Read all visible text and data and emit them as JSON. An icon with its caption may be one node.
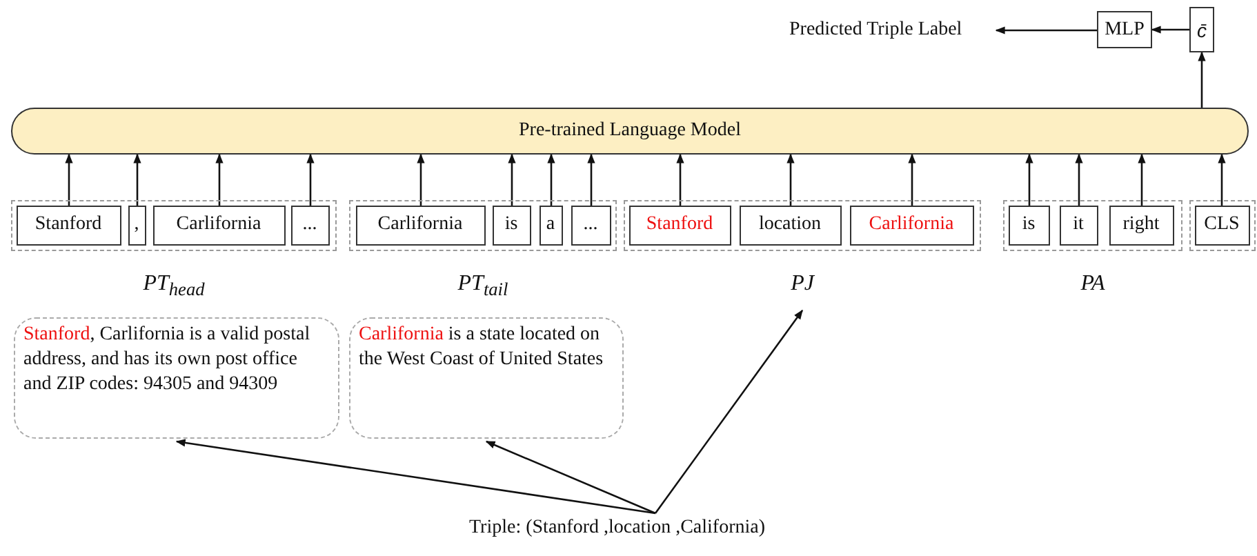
{
  "diagram": {
    "nodes": [
      {
        "text": [
          "Predicted Triple Label"
        ]
      },
      {
        "text": [
          "MLP"
        ]
      },
      {
        "text": [
          "c̄"
        ]
      },
      {
        "text": [
          "Pre-trained Language Model"
        ]
      },
      {
        "text": [
          "PT$_{head}$"
        ]
      },
      {
        "text": [
          "Stanford"
        ],
        "in": 4
      },
      {
        "text": [
          ","
        ],
        "in": 4
      },
      {
        "text": [
          "Carlifornia"
        ],
        "in": 4
      },
      {
        "text": [
          "..."
        ],
        "in": 4
      },
      {
        "text": [
          "PT$_{tail}$"
        ]
      },
      {
        "text": [
          "Carlifornia"
        ],
        "in": 9
      },
      {
        "text": [
          "is"
        ],
        "in": 9
      },
      {
        "text": [
          "a"
        ],
        "in": 9
      },
      {
        "text": [
          "..."
        ],
        "in": 9
      },
      {
        "text": [
          "PJ"
        ]
      },
      {
        "text": [
          "Stanford"
        ],
        "in": 14
      },
      {
        "text": [
          "location"
        ],
        "in": 14
      },
      {
        "text": [
          "Carlifornia"
        ],
        "in": 14
      },
      {
        "text": [
          "PA"
        ]
      },
      {
        "text": [
          "is"
        ],
        "in": 18
      },
      {
        "text": [
          "it"
        ],
        "in": 18
      },
      {
        "text": [
          "right"
        ],
        "in": 18
      },
      {
        "text": [],
        "shape": "box"
      },
      {
        "text": [
          "CLS"
        ],
        "in": 22
      },
      {
        "text": [
          "Stanford, Carlifornia is a valid postal address, and has its own post office and ZIP codes: 94305 and 94309"
        ]
      },
      {
        "text": [
          "Carlifornia is a state located on the West Coast of United States"
        ]
      },
      {
        "text": [
          "Triple: (Stanford ,location ,California)"
        ]
      }
    ],
    "edges": [
      {
        "from": 1,
        "to": 0,
        "arrow": "to"
      },
      {
        "from": 2,
        "to": 1,
        "arrow": "to"
      },
      {
        "from": 3,
        "to": 2,
        "arrow": "to"
      },
      {
        "from": 5,
        "to": 3,
        "arrow": "to"
      },
      {
        "from": 6,
        "to": 3,
        "arrow": "to"
      },
      {
        "from": 7,
        "to": 3,
        "arrow": "to"
      },
      {
        "from": 8,
        "to": 3,
        "arrow": "to"
      },
      {
        "from": 10,
        "to": 3,
        "arrow": "to"
      },
      {
        "from": 11,
        "to": 3,
        "arrow": "to"
      },
      {
        "from": 12,
        "to": 3,
        "arrow": "to"
      },
      {
        "from": 13,
        "to": 3,
        "arrow": "to"
      },
      {
        "from": 15,
        "to": 3,
        "arrow": "to"
      },
      {
        "from": 16,
        "to": 3,
        "arrow": "to"
      },
      {
        "from": 17,
        "to": 3,
        "arrow": "to"
      },
      {
        "from": 19,
        "to": 3,
        "arrow": "to"
      },
      {
        "from": 20,
        "to": 3,
        "arrow": "to"
      },
      {
        "from": 21,
        "to": 3,
        "arrow": "to"
      },
      {
        "from": 23,
        "to": 3,
        "arrow": "to"
      },
      {
        "from": 26,
        "to": 24,
        "arrow": "to"
      },
      {
        "from": 26,
        "to": 25,
        "arrow": "to"
      },
      {
        "from": 26,
        "to": 14,
        "arrow": "to"
      }
    ]
  }
}
